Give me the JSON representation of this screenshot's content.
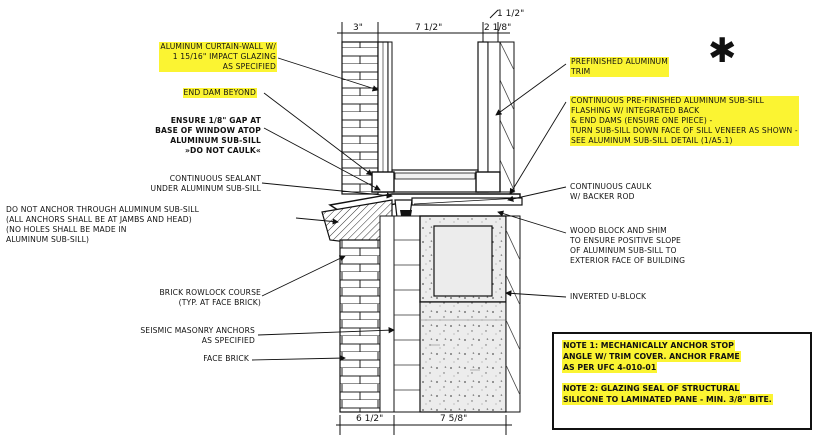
{
  "dimensions": {
    "top_left": "3\"",
    "top_mid": "7 1/2\"",
    "top_right_a": "1 1/2\"",
    "top_right_b": "2 1/8\"",
    "bottom_left": "6 1/2\"",
    "bottom_right": "7 5/8\""
  },
  "labels_left": {
    "curtain_wall": [
      "ALUMINUM CURTAIN-WALL W/",
      "1 15/16\" IMPACT GLAZING",
      "AS SPECIFIED"
    ],
    "end_dam": [
      "END DAM BEYOND"
    ],
    "ensure_gap": [
      "ENSURE 1/8\" GAP AT",
      "BASE OF WINDOW ATOP",
      "ALUMINUM SUB-SILL",
      "»DO NOT CAULK«"
    ],
    "sealant": [
      "CONTINUOUS SEALANT",
      "UNDER ALUMINUM SUB-SILL"
    ],
    "anchor": [
      "DO NOT ANCHOR THROUGH ALUMINUM SUB-SILL",
      "(ALL ANCHORS SHALL BE AT JAMBS AND HEAD)",
      "(NO HOLES SHALL BE MADE IN",
      "ALUMINUM SUB-SILL)"
    ],
    "rowlock": [
      "BRICK ROWLOCK COURSE",
      "(TYP. AT FACE BRICK)"
    ],
    "seismic": [
      "SEISMIC MASONRY ANCHORS",
      "AS SPECIFIED"
    ],
    "face_brick": [
      "FACE BRICK"
    ]
  },
  "labels_right": {
    "trim": [
      "PREFINISHED ALUMINUM",
      "TRIM"
    ],
    "flashing": [
      "CONTINUOUS PRE-FINISHED ALUMINUM SUB-SILL",
      "FLASHING W/ INTEGRATED BACK",
      "& END DAMS (ENSURE ONE PIECE) -",
      "TURN SUB-SILL DOWN FACE OF SILL VENEER AS SHOWN -",
      "SEE ALUMINUM SUB-SILL DETAIL (1/A5.1)"
    ],
    "caulk": [
      "CONTINUOUS CAULK",
      "W/ BACKER ROD"
    ],
    "wood_block": [
      "WOOD BLOCK AND SHIM",
      "TO ENSURE POSITIVE SLOPE",
      "OF ALUMINUM SUB-SILL TO",
      "EXTERIOR FACE OF BUILDING"
    ],
    "u_block": [
      "INVERTED U-BLOCK"
    ]
  },
  "notes": {
    "note1": [
      "NOTE 1: MECHANICALLY ANCHOR STOP",
      "ANGLE W/ TRIM COVER. ANCHOR FRAME",
      "AS PER UFC 4-010-01"
    ],
    "note2": [
      "NOTE 2: GLAZING SEAL OF STRUCTURAL",
      "SILICONE TO LAMINATED PANE - MIN. 3/8\" BITE."
    ]
  },
  "symbol": "✱",
  "colors": {
    "highlight": "#fbf432",
    "ink": "#111111",
    "concrete": "#e6e6e6"
  }
}
